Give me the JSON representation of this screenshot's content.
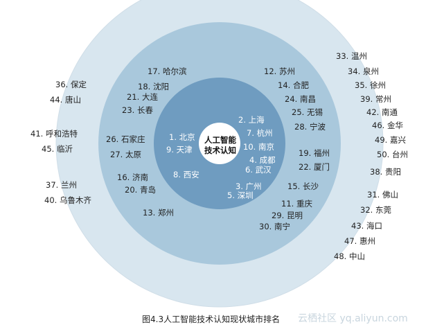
{
  "center": {
    "line1": "人工智能",
    "line2": "技术认知"
  },
  "ring_inner": [
    {
      "id": "beijing",
      "text": "1. 北京"
    },
    {
      "id": "tianjin",
      "text": "9. 天津"
    },
    {
      "id": "xian",
      "text": "8. 西安"
    },
    {
      "id": "shanghai",
      "text": "2. 上海"
    },
    {
      "id": "hangzhou",
      "text": "7. 杭州"
    },
    {
      "id": "nanjing",
      "text": "10. 南京"
    },
    {
      "id": "chengdu",
      "text": "4. 成都"
    },
    {
      "id": "wuhan",
      "text": "6. 武汉"
    },
    {
      "id": "guangzhou",
      "text": "3. 广州"
    },
    {
      "id": "shenzhen",
      "text": "5. 深圳"
    }
  ],
  "ring_middle": [
    {
      "id": "haerbin",
      "text": "17. 哈尔滨"
    },
    {
      "id": "shenyang",
      "text": "18. 沈阳"
    },
    {
      "id": "dalian",
      "text": "21. 大连"
    },
    {
      "id": "changchun",
      "text": "23. 长春"
    },
    {
      "id": "shijiazhuang",
      "text": "26. 石家庄"
    },
    {
      "id": "taiyuan",
      "text": "27. 太原"
    },
    {
      "id": "jinan",
      "text": "16. 济南"
    },
    {
      "id": "qingdao",
      "text": "20. 青岛"
    },
    {
      "id": "zhengzhou",
      "text": "13. 郑州"
    },
    {
      "id": "suzhou",
      "text": "12. 苏州"
    },
    {
      "id": "hefei",
      "text": "14. 合肥"
    },
    {
      "id": "nanchang",
      "text": "24. 南昌"
    },
    {
      "id": "wuxi",
      "text": "25. 无锡"
    },
    {
      "id": "ningbo",
      "text": "28. 宁波"
    },
    {
      "id": "fuzhou",
      "text": "19. 福州"
    },
    {
      "id": "xiamen",
      "text": "22. 厦门"
    },
    {
      "id": "changsha",
      "text": "15. 长沙"
    },
    {
      "id": "chongqing",
      "text": "11. 重庆"
    },
    {
      "id": "kunming",
      "text": "29. 昆明"
    },
    {
      "id": "nanning",
      "text": "30. 南宁"
    }
  ],
  "ring_outer": [
    {
      "id": "baoding",
      "text": "36. 保定"
    },
    {
      "id": "tangshan",
      "text": "44. 唐山"
    },
    {
      "id": "huhehaote",
      "text": "41. 呼和浩特"
    },
    {
      "id": "linyi",
      "text": "45. 临沂"
    },
    {
      "id": "lanzhou",
      "text": "37. 兰州"
    },
    {
      "id": "wulumuqi",
      "text": "40. 乌鲁木齐"
    },
    {
      "id": "wenzhou",
      "text": "33. 温州"
    },
    {
      "id": "quanzhou",
      "text": "34. 泉州"
    },
    {
      "id": "xuzhou",
      "text": "35. 徐州"
    },
    {
      "id": "changzhou",
      "text": "39. 常州"
    },
    {
      "id": "nantong",
      "text": "42. 南通"
    },
    {
      "id": "jinhua",
      "text": "46. 金华"
    },
    {
      "id": "jiaxing",
      "text": "49. 嘉兴"
    },
    {
      "id": "taizhou",
      "text": "50. 台州"
    },
    {
      "id": "guiyang",
      "text": "38. 贵阳"
    },
    {
      "id": "foshan",
      "text": "31. 佛山"
    },
    {
      "id": "dongguan",
      "text": "32. 东莞"
    },
    {
      "id": "haikou",
      "text": "43. 海口"
    },
    {
      "id": "huizhou",
      "text": "47. 惠州"
    },
    {
      "id": "zhongshan",
      "text": "48. 中山"
    }
  ],
  "caption": "图4.3人工智能技术认知现状城市排名",
  "watermark": "云栖社区 yq.aliyun.com",
  "colors": {
    "outer_ring": "#d8e6ef",
    "middle_ring": "#a9c8dc",
    "inner_ring": "#6f9cc0",
    "core": "#ffffff",
    "outer_outline": "#cfdde7"
  }
}
